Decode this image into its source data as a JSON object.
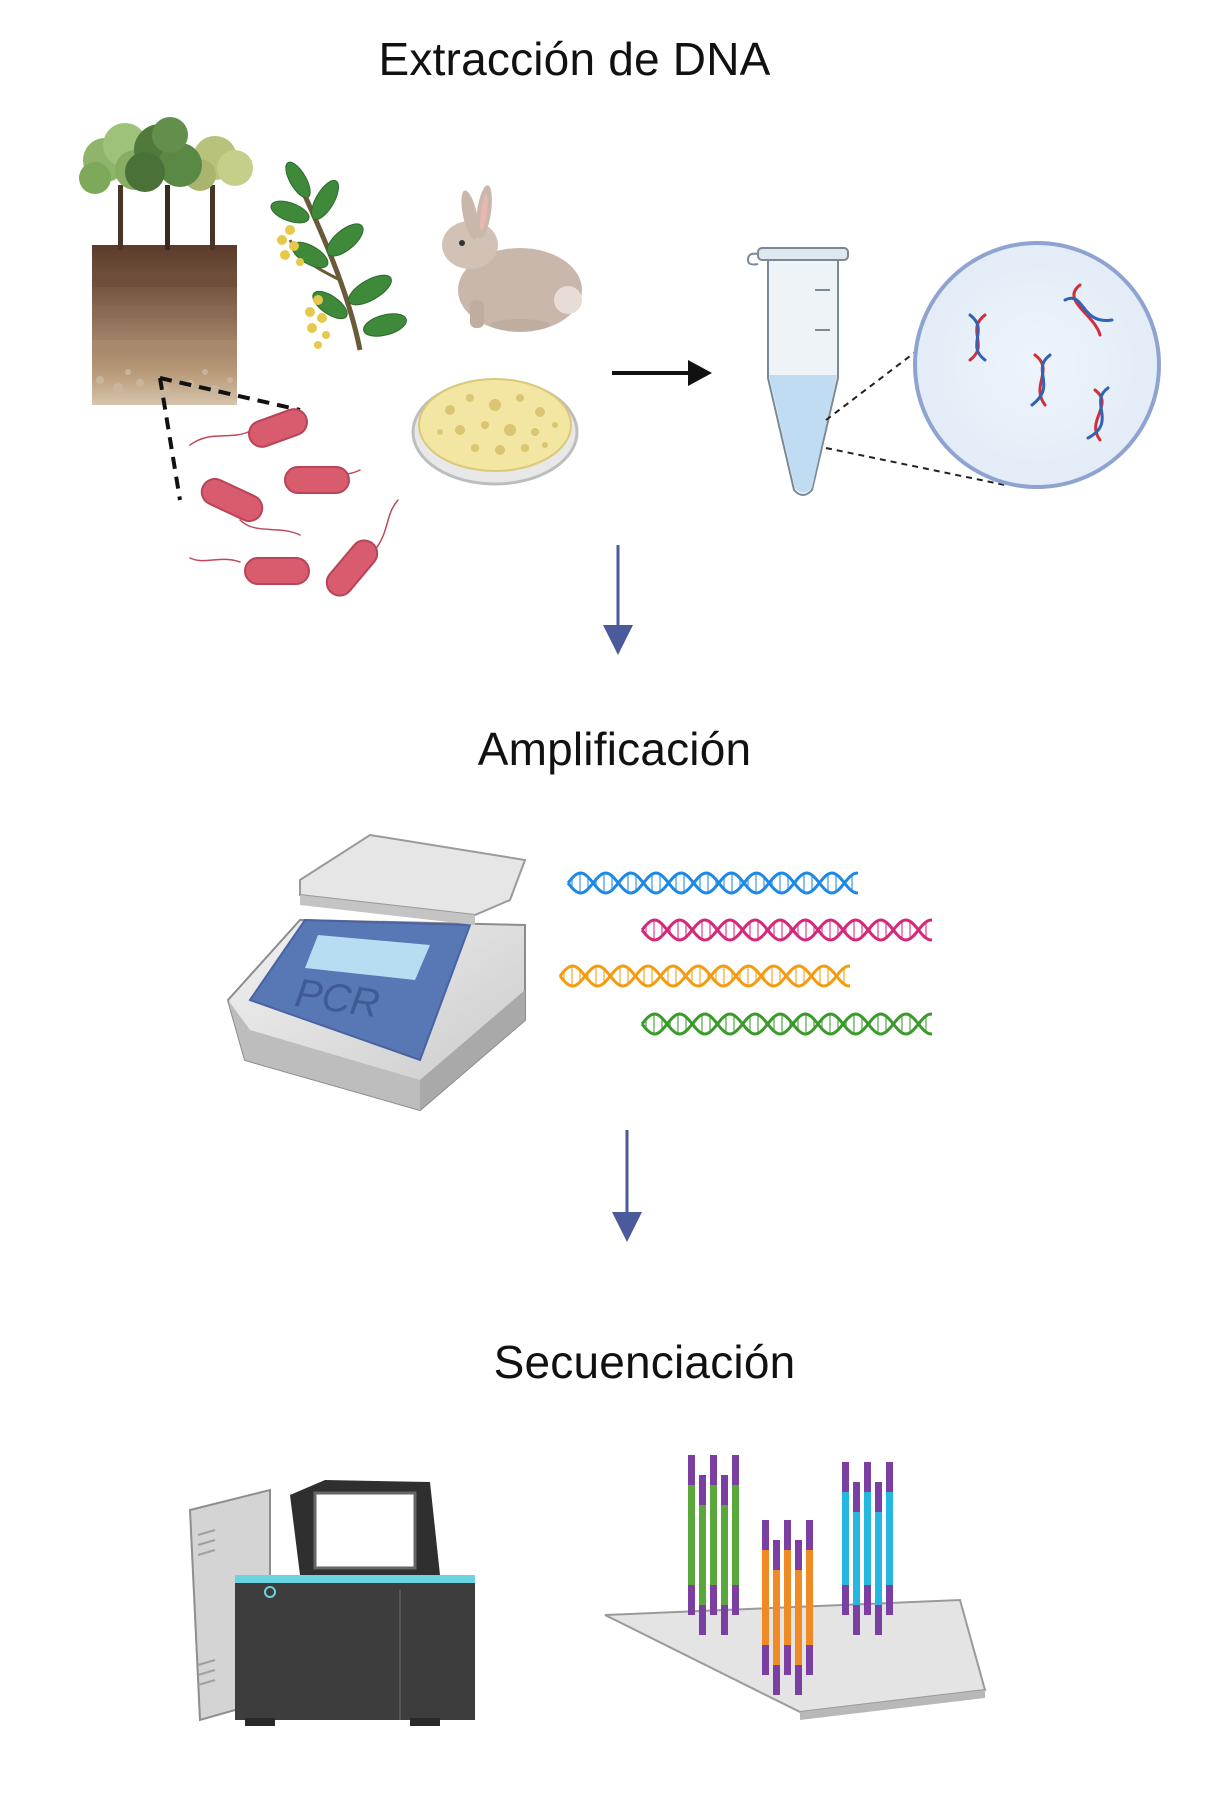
{
  "steps": [
    {
      "title": "Extracción de DNA"
    },
    {
      "title": "Amplificación"
    },
    {
      "title": "Secuenciación"
    }
  ],
  "pcr_machine": {
    "label": "PCR"
  },
  "colors": {
    "arrow_blue": "#4a5a9a",
    "bacteria": "#d85b6e",
    "tube_liquid": "#bfdcf2",
    "dna_blue": "#1e88e5",
    "dna_pink": "#d6287a",
    "dna_orange": "#f39c12",
    "dna_green": "#3a9a2a",
    "cluster_green": "#5aa83c",
    "cluster_orange": "#f08a24",
    "cluster_cyan": "#25b7e0",
    "cluster_purple": "#7a3fa0"
  },
  "icons": [
    "soil-with-trees",
    "plant-branch",
    "rabbit",
    "bacteria",
    "petri-dish",
    "microtube",
    "dna-magnifier",
    "pcr-thermocycler",
    "dna-strands",
    "sequencer-machine",
    "flow-cell-clusters"
  ]
}
